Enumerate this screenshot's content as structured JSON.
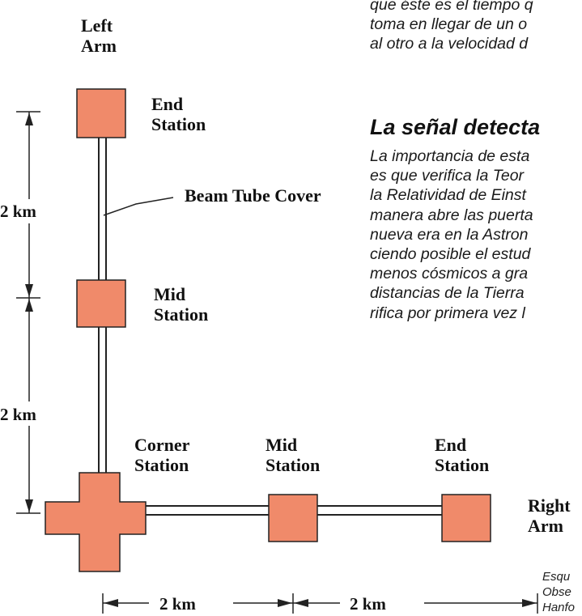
{
  "diagram": {
    "left_arm": [
      "Left",
      "Arm"
    ],
    "right_arm": [
      "Right",
      "Arm"
    ],
    "end_station_top": [
      "End",
      "Station"
    ],
    "mid_station_left": [
      "Mid",
      "Station"
    ],
    "corner_station": [
      "Corner",
      "Station"
    ],
    "mid_station_right": [
      "Mid",
      "Station"
    ],
    "end_station_right": [
      "End",
      "Station"
    ],
    "beam_tube_cover": "Beam Tube Cover",
    "dim_upper": "2 km",
    "dim_lower": "2 km",
    "dim_bottom_left": "2 km",
    "dim_bottom_right": "2 km",
    "station_color": "#f08a6a"
  },
  "text_column": {
    "intro_lines": [
      "que éste es el tiempo q",
      "toma en llegar de un o",
      "al otro a la velocidad d"
    ],
    "heading": "La señal detecta",
    "body_lines": [
      "La importancia de esta",
      "es que verifica la Teor",
      "la Relatividad de Einst",
      "manera abre las puerta",
      "nueva era en la Astron",
      "ciendo posible el estud",
      "menos cósmicos a gra",
      "distancias de la Tierra",
      "rifica por primera vez l"
    ],
    "caption_lines": [
      "Esqu",
      "Obse",
      "Hanfo"
    ]
  }
}
